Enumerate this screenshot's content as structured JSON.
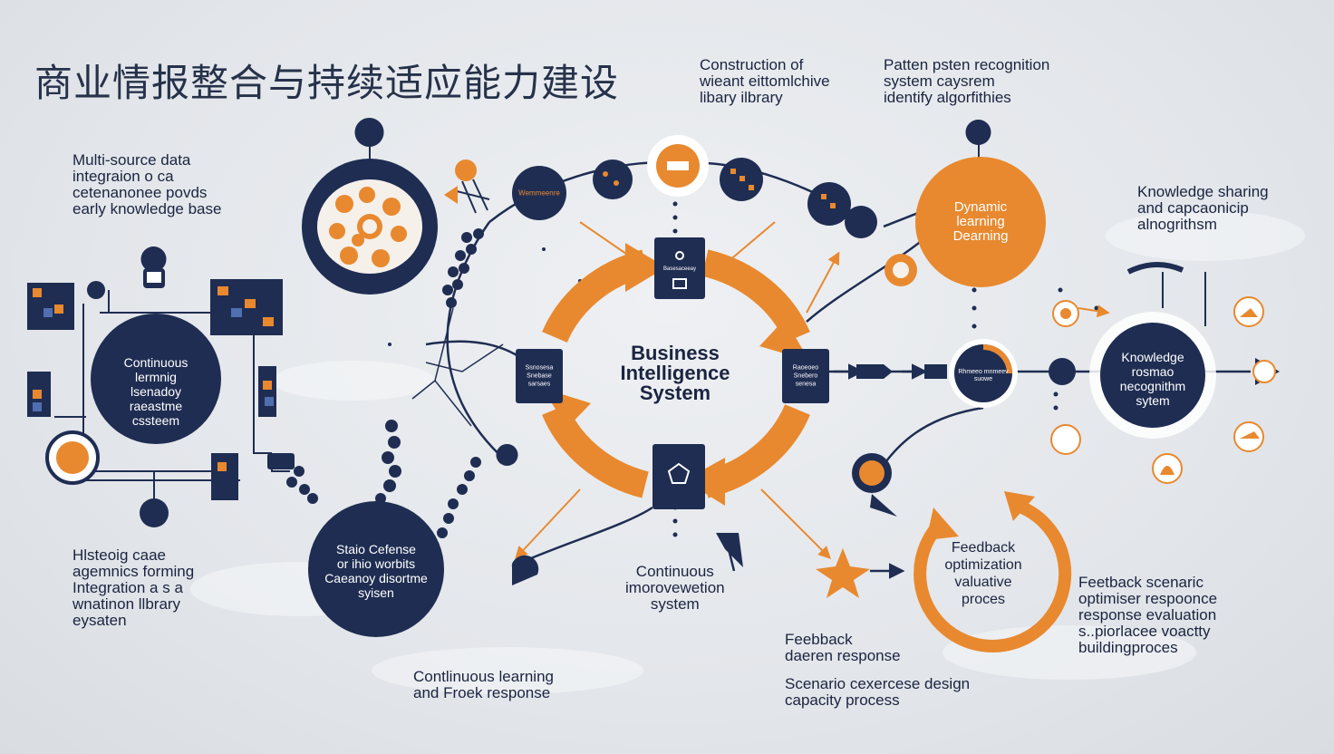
{
  "title": "商业情报整合与持续适应能力建设",
  "center": {
    "label": "Business\nIntelligence\nSystem"
  },
  "labels": {
    "top_construction": "Construction of\nwieant eittomlchive\nlibary ilbrary",
    "top_pattern": "Patten psten recognition\nsystem caysrem\nidentify algorfithies",
    "left_multisource": "Multi-source data\nintegraion o ca\ncetenanonee povds\nearly knowledge base",
    "right_knowledge": "Knowledge sharing\nand capcaonicip\nalnogrithsm",
    "left_historic": "Hlsteoig caae\nagemnics forming\nIntegration a s a\nwnatinon llbrary\neysaten",
    "bottom_cont_learning": "Contlinuous learning\nand Froek response",
    "mid_cont_improve": "Continuous\nimorovewetion\nsystem",
    "bottom_feedback": "Feebback\ndaeren response",
    "bottom_scenario": "Scenario cexercese design\ncapacity process",
    "right_feedback_scenario": "Feetback scenaric\noptimiser respoonce\nresponse evaluation\ns..piorlacee voactty\nbuildingproces"
  },
  "nodes": {
    "left_circle": "Continuous\nlermnig\nlsenadoy\nraeastme\ncssteem",
    "bottom_left_circle": "Staio Cefense\nor ihio worbits\nCaeanoy disortme\nsyisen",
    "dynamic_circle": "Dynamic\nlearning\nDearning",
    "right_circle": "Knowledge\nrosmao\nnecognithm\nsytem",
    "feedback_ring": "Feedback\noptimization\nvaluative\nproces",
    "small_node_tl": "Wemmeenre",
    "small_node_right": "Rhmeeo mnmeev\nsuowe",
    "box_left": "Ssnosesa\nSnebase\nsarsaes",
    "box_right": "Raoeoeo\nSnebero\nsenesa",
    "box_top": "Basesaceeay"
  },
  "colors": {
    "navy": "#1f2d52",
    "orange": "#e8892f",
    "background": "#e6e9ed"
  },
  "icons": [
    "brain-icon",
    "bulb-icon",
    "gear-icon",
    "pin-icon",
    "star-icon",
    "arrow-icon"
  ]
}
